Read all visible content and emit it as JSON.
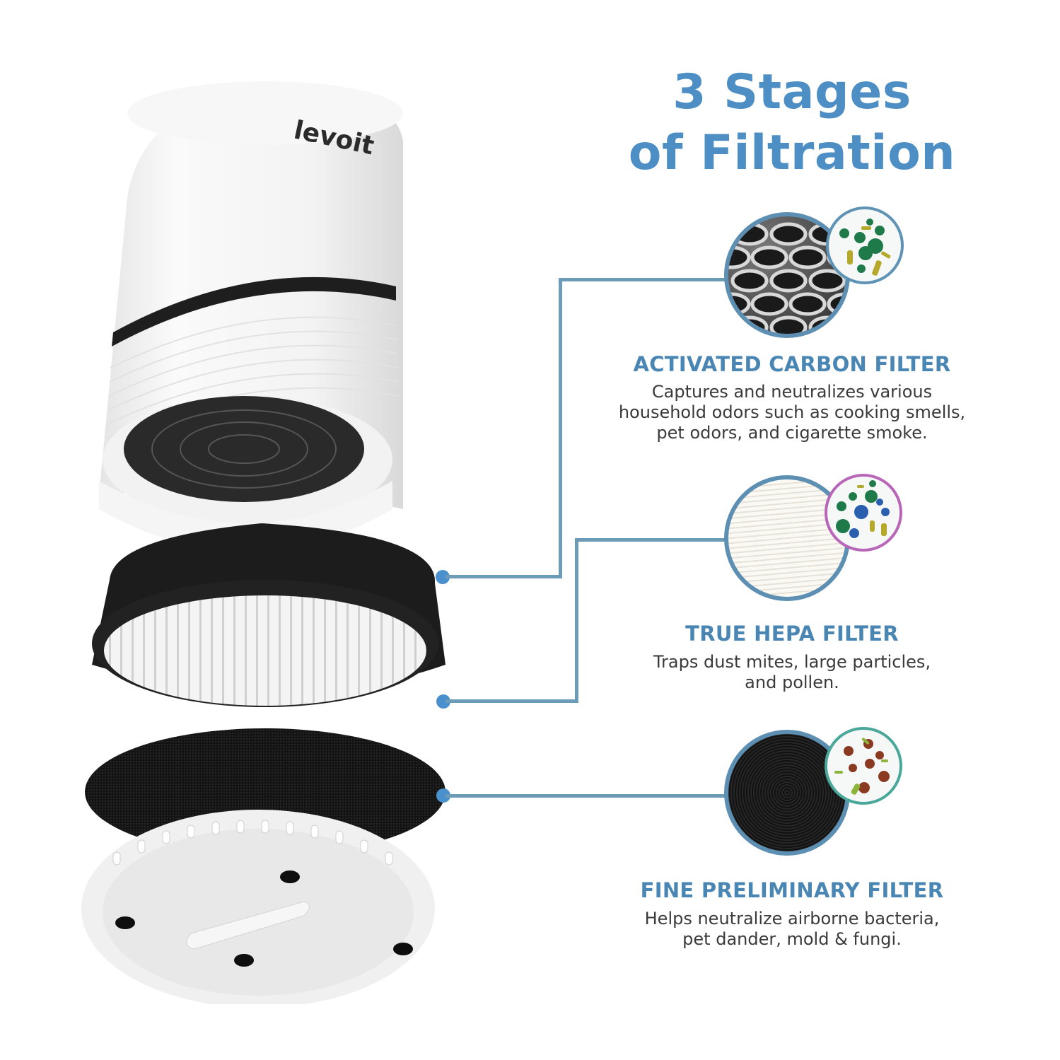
{
  "product": {
    "brand_logo": "levoit",
    "parts": [
      "purifier-body",
      "activated-carbon-filter-ring",
      "true-hepa-filter",
      "fine-preliminary-filter",
      "base-cover"
    ]
  },
  "header": {
    "title_line1": "3 Stages",
    "title_line2": "of Filtration"
  },
  "stages": [
    {
      "title": "ACTIVATED CARBON FILTER",
      "desc_lines": [
        "Captures and neutralizes various",
        "household odors such as cooking smells,",
        "pet odors, and cigarette smoke."
      ],
      "image_icon": "honeycomb-carbon-texture",
      "particle_icon": "green-bacteria-particles",
      "accent_ring": "#5e93b5"
    },
    {
      "title": "TRUE HEPA FILTER",
      "desc_lines": [
        "Traps dust mites, large particles,",
        "and pollen."
      ],
      "image_icon": "pleated-hepa-texture",
      "particle_icon": "virus-pollen-particles",
      "accent_ring": "#b866b8"
    },
    {
      "title": "FINE PRELIMINARY FILTER",
      "desc_lines": [
        "Helps neutralize airborne bacteria,",
        "pet dander, mold & fungi."
      ],
      "image_icon": "black-mesh-texture",
      "particle_icon": "brown-spore-particles",
      "accent_ring": "#4aa89a"
    }
  ],
  "colors": {
    "heading_blue": "#4d8fc4",
    "stage_title_blue": "#4a86b4",
    "connector": "#6b9bb7",
    "dot": "#4a90cc",
    "body_text": "#3a3a3a"
  }
}
